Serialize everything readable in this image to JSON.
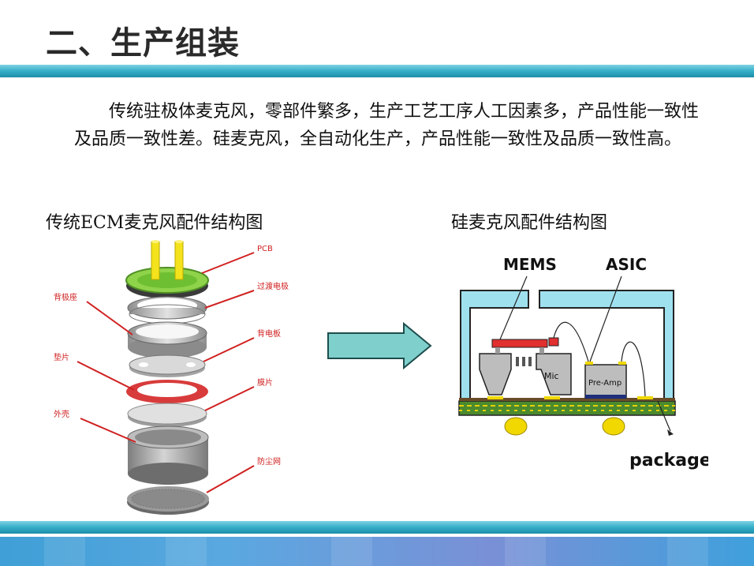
{
  "slide": {
    "title": "二、生产组装",
    "paragraph": "传统驻极体麦克风，零部件繁多，生产工艺工序人工因素多，产品性能一致性及品质一致性差。硅麦克风，全自动化生产，产品性能一致性及品质一致性高。"
  },
  "ecm_diagram": {
    "caption": "传统ECM麦克风配件结构图",
    "labels": {
      "pcb": "PCB",
      "electrode": "过渡电极",
      "back_seat": "背极座",
      "back_plate": "背电板",
      "spacer": "垫片",
      "membrane": "膜片",
      "shell": "外壳",
      "dust_mesh": "防尘网"
    }
  },
  "mems_diagram": {
    "caption": "硅麦克风配件结构图",
    "labels": {
      "mems": "MEMS",
      "asic": "ASIC",
      "mic": "Mic",
      "preamp": "Pre-Amp",
      "package": "package"
    }
  },
  "colors": {
    "accent_bar": "#35aec7",
    "arrow_fill": "#7fd0cc",
    "package_cyan": "#9fe0ef",
    "pcb_green": "#4b8a2f",
    "gold": "#f0d800",
    "mems_red": "#e03030"
  }
}
